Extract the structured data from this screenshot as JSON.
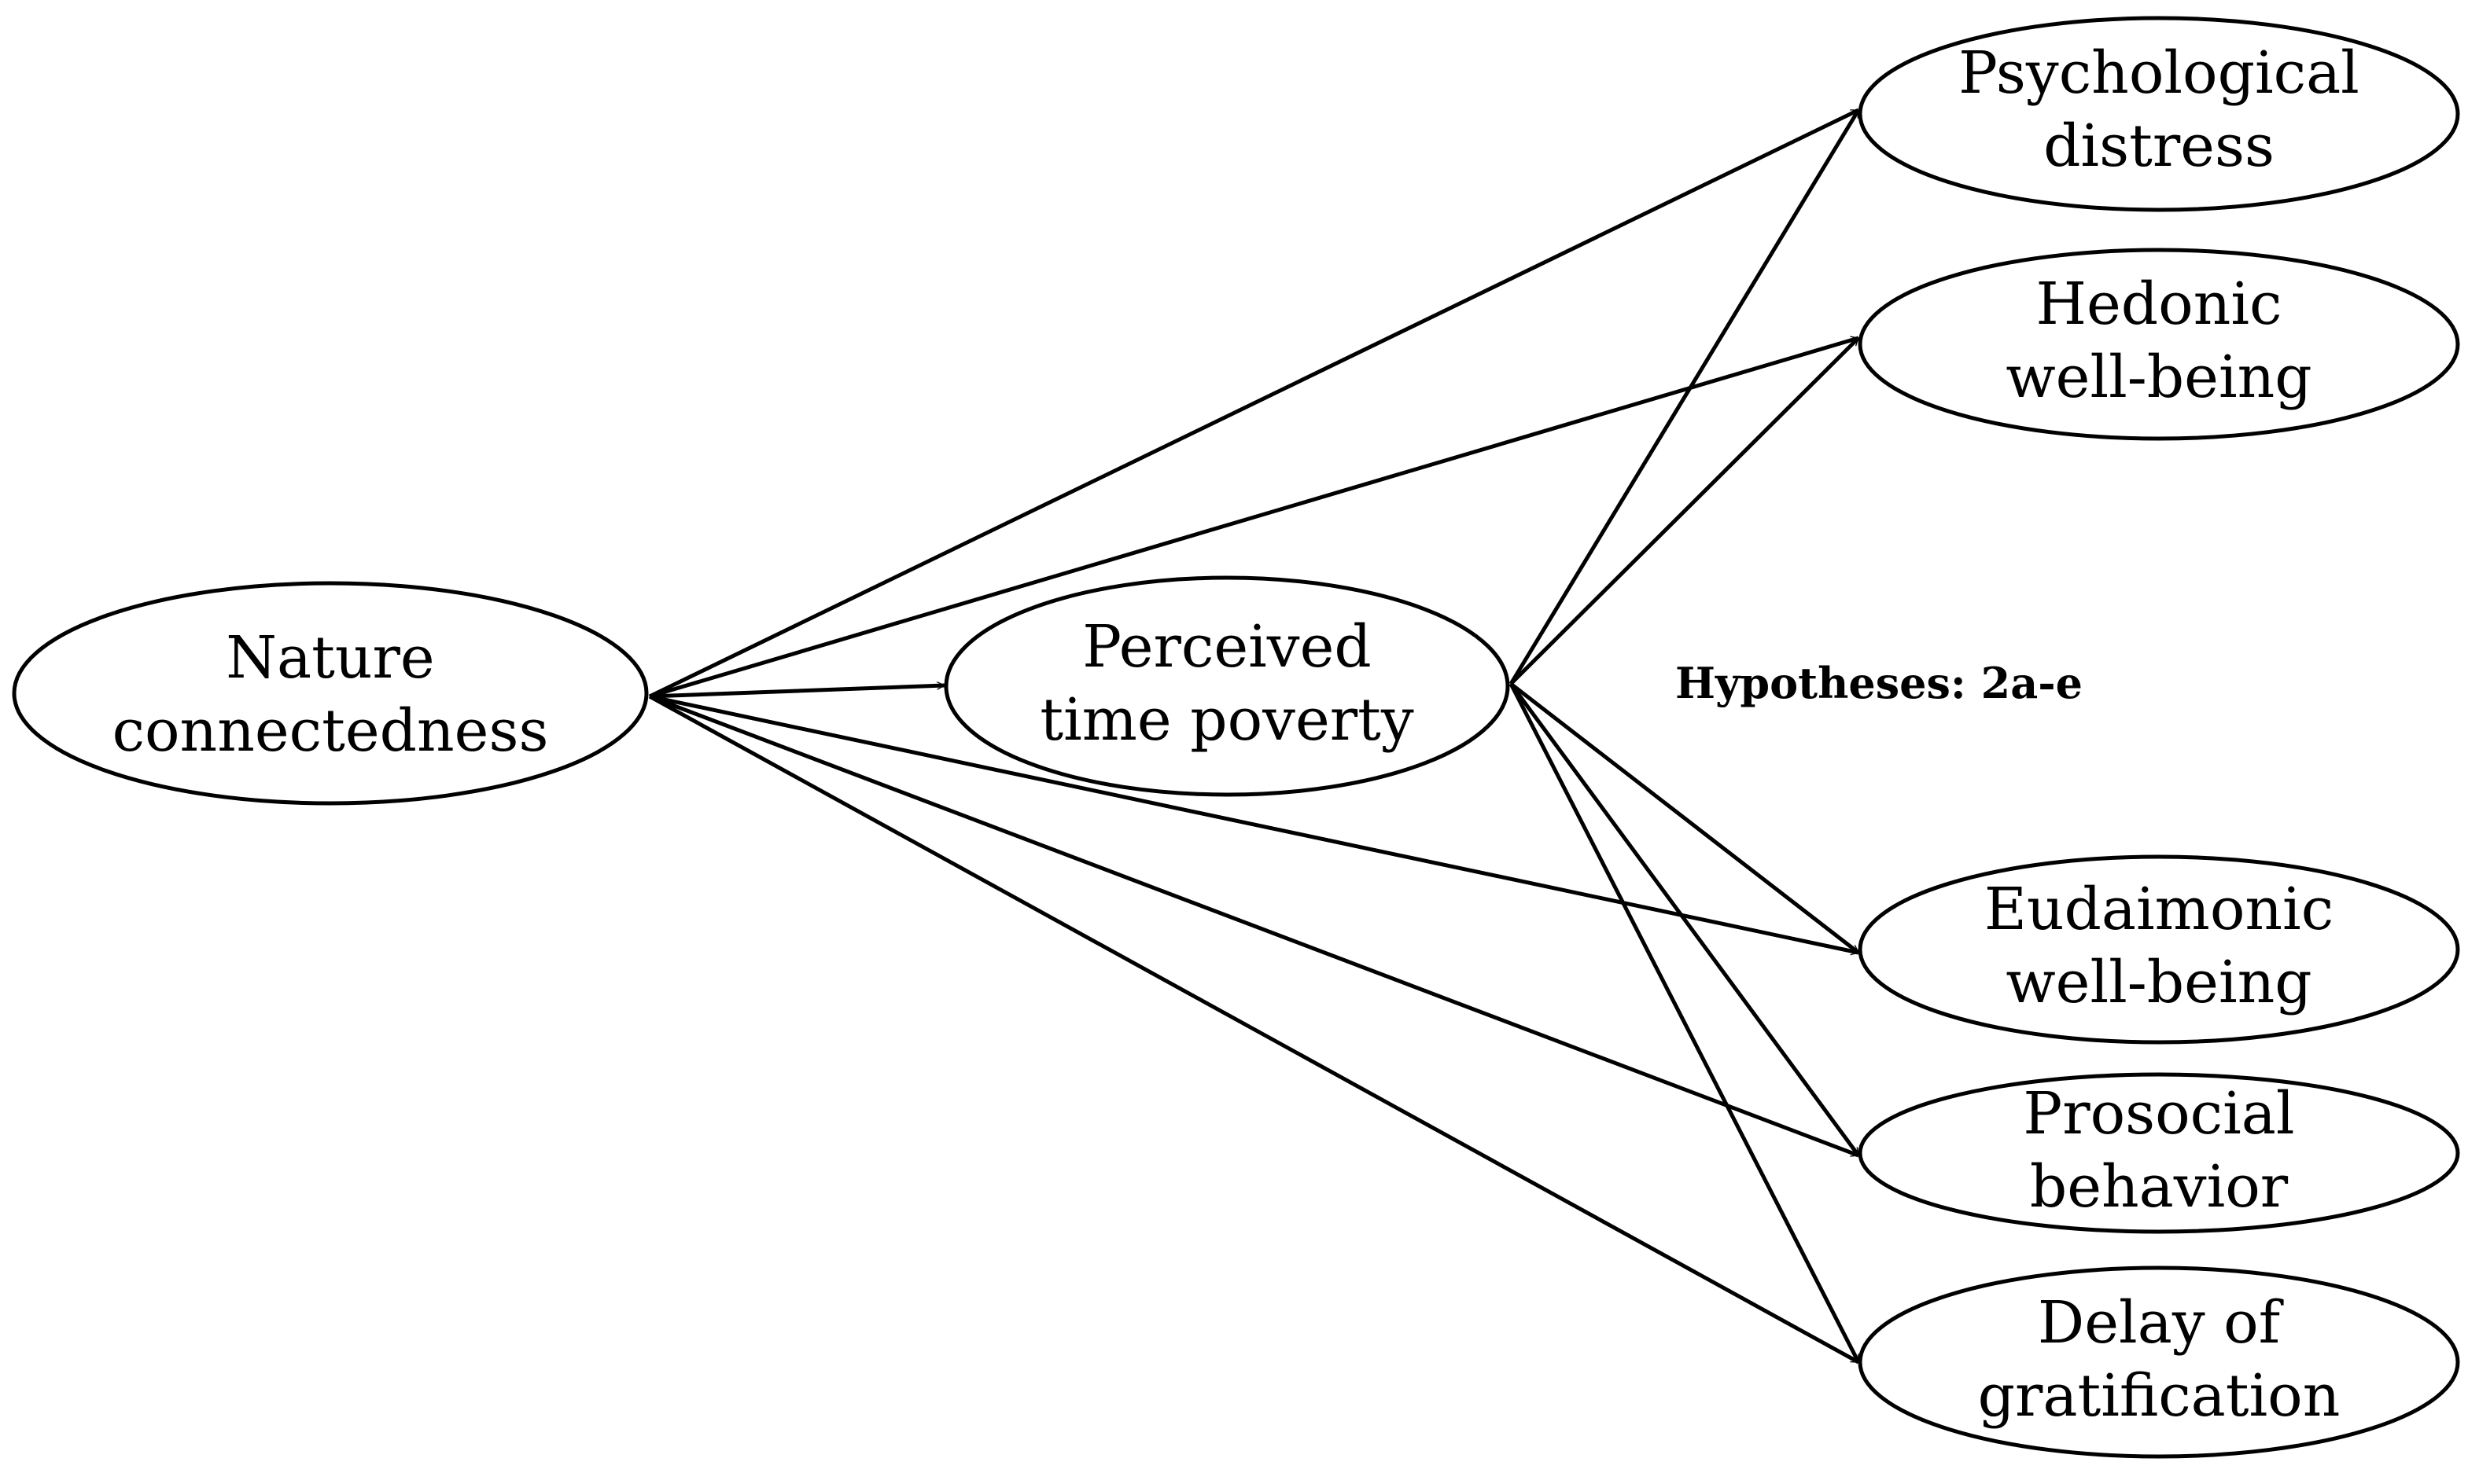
{
  "diagram": {
    "nodes": [
      {
        "id": "nature",
        "lines": [
          "Nature",
          "connectedness"
        ]
      },
      {
        "id": "time_poverty",
        "lines": [
          "Perceived",
          "time poverty"
        ]
      },
      {
        "id": "distress",
        "lines": [
          "Psychological",
          "distress"
        ]
      },
      {
        "id": "hedonic",
        "lines": [
          "Hedonic",
          "well-being"
        ]
      },
      {
        "id": "eudaimonic",
        "lines": [
          "Eudaimonic",
          "well-being"
        ]
      },
      {
        "id": "prosocial",
        "lines": [
          "Prosocial",
          "behavior"
        ]
      },
      {
        "id": "delay",
        "lines": [
          "Delay of",
          "gratification"
        ]
      }
    ],
    "edges": [
      {
        "from": "nature",
        "to": "time_poverty"
      },
      {
        "from": "nature",
        "to": "distress"
      },
      {
        "from": "nature",
        "to": "hedonic"
      },
      {
        "from": "nature",
        "to": "eudaimonic"
      },
      {
        "from": "nature",
        "to": "prosocial"
      },
      {
        "from": "nature",
        "to": "delay"
      },
      {
        "from": "time_poverty",
        "to": "distress"
      },
      {
        "from": "time_poverty",
        "to": "hedonic"
      },
      {
        "from": "time_poverty",
        "to": "eudaimonic"
      },
      {
        "from": "time_poverty",
        "to": "prosocial"
      },
      {
        "from": "time_poverty",
        "to": "delay"
      }
    ],
    "hypotheses_label": "Hypotheses: 2a-e"
  }
}
